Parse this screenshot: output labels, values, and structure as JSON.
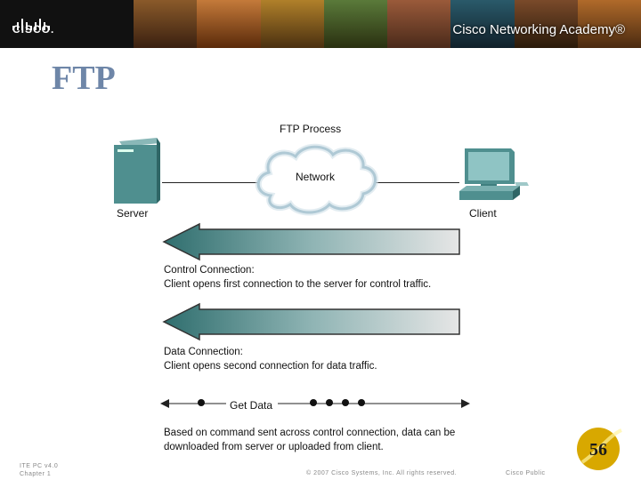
{
  "header": {
    "brand": "CISCO.",
    "academy": "Cisco Networking Academy®"
  },
  "slide": {
    "title": "FTP",
    "page_number": "56"
  },
  "diagram": {
    "process_label": "FTP Process",
    "network_label": "Network",
    "server_label": "Server",
    "client_label": "Client",
    "control_heading": "Control Connection:",
    "control_text": "Client opens first connection to the server for control traffic.",
    "data_heading": "Data Connection:",
    "data_text": "Client opens second connection for data traffic.",
    "get_data_label": "Get Data",
    "footer_text_1": "Based on command sent across control connection, data can be",
    "footer_text_2": "downloaded from server or uploaded from client."
  },
  "footer": {
    "course": "ITE PC v4.0",
    "chapter": "Chapter 1",
    "copyright": "© 2007 Cisco Systems, Inc. All rights reserved.",
    "classification": "Cisco Public"
  },
  "colors": {
    "title": "#6e86a8",
    "arrow_dark": "#2f6e6e",
    "arrow_light": "#e6e6e6",
    "server": "#4f8f8f",
    "page_badge": "#d8a800"
  }
}
